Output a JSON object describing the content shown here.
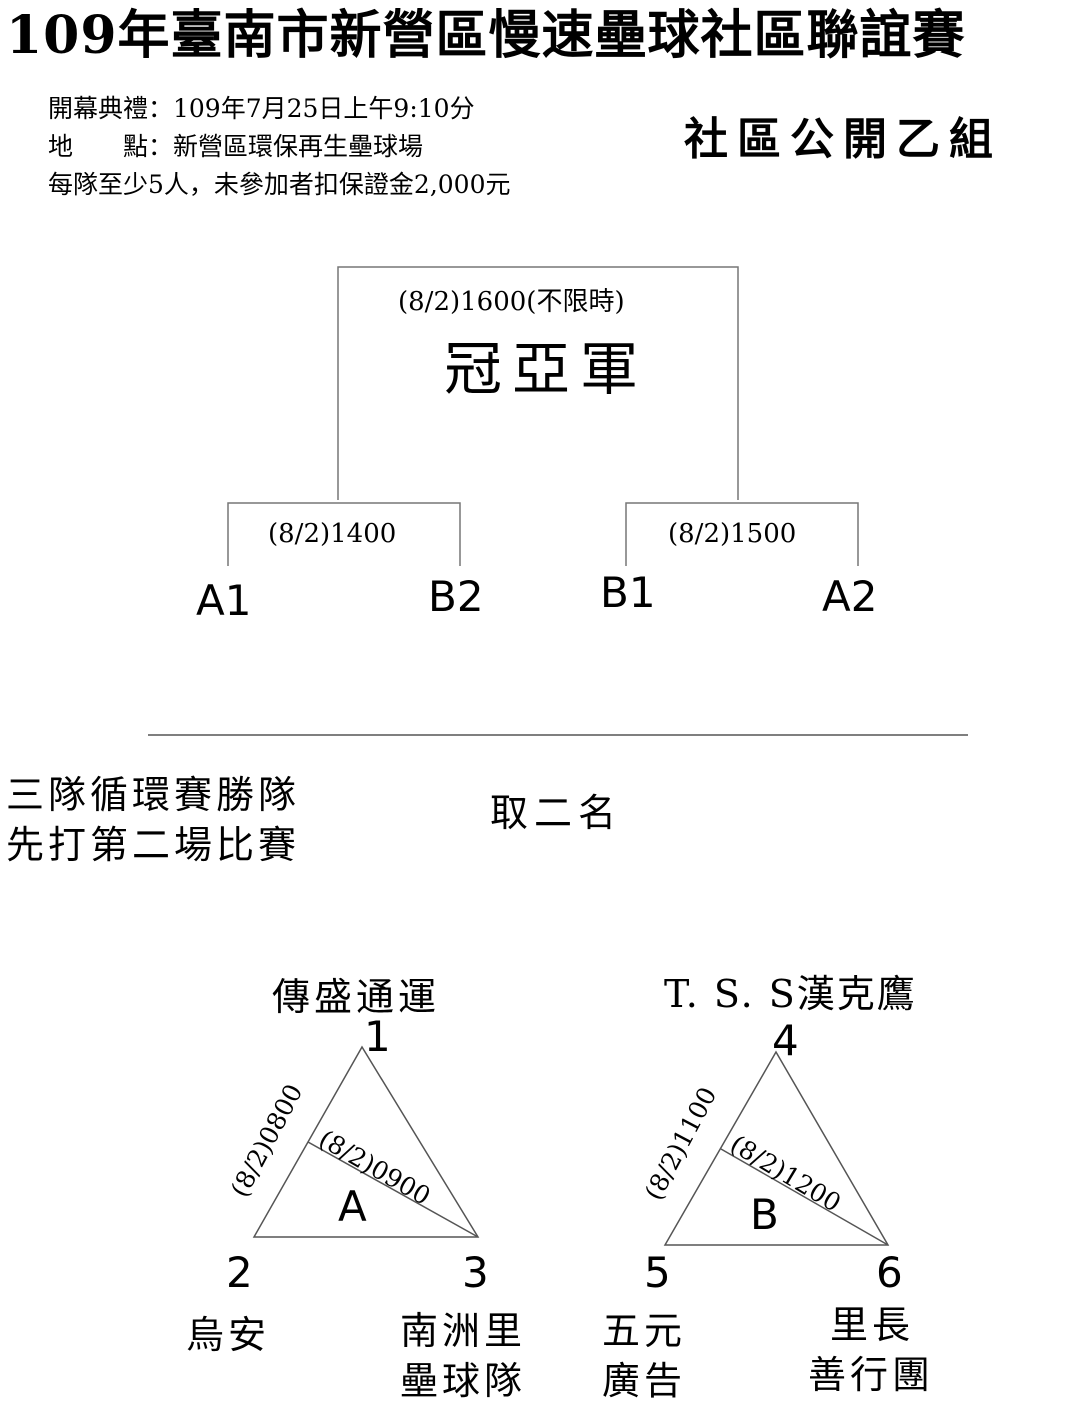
{
  "title": "109年臺南市新營區慢速壘球社區聯誼賽",
  "info": {
    "opening": "開幕典禮：109年7月25日上午9:10分",
    "venue": "地　　點：新營區環保再生壘球場",
    "rule": "每隊至少5人，未參加者扣保證金2,000元"
  },
  "group": "社區公開乙組",
  "bracket": {
    "final_time": "(8/2)1600(不限時)",
    "final_label": "冠亞軍",
    "semi_left_time": "(8/2)1400",
    "semi_right_time": "(8/2)1500",
    "seeds": [
      "A1",
      "B2",
      "B1",
      "A2"
    ]
  },
  "notes": {
    "line1": "三隊循環賽勝隊",
    "line2": "先打第二場比賽",
    "take": "取二名"
  },
  "group_a": {
    "letter": "A",
    "team1": "傳盛通運",
    "team2": "烏安",
    "team3_line1": "南洲里",
    "team3_line2": "壘球隊",
    "num1": "1",
    "num2": "2",
    "num3": "3",
    "match1": "(8/2)0800",
    "match2": "(8/2)0900"
  },
  "group_b": {
    "letter": "B",
    "team4": "T. S. S漢克鷹",
    "team5_line1": "五元",
    "team5_line2": "廣告",
    "team6_line1": "里長",
    "team6_line2": "善行團",
    "num4": "4",
    "num5": "5",
    "num6": "6",
    "match1": "(8/2)1100",
    "match2": "(8/2)1200"
  }
}
